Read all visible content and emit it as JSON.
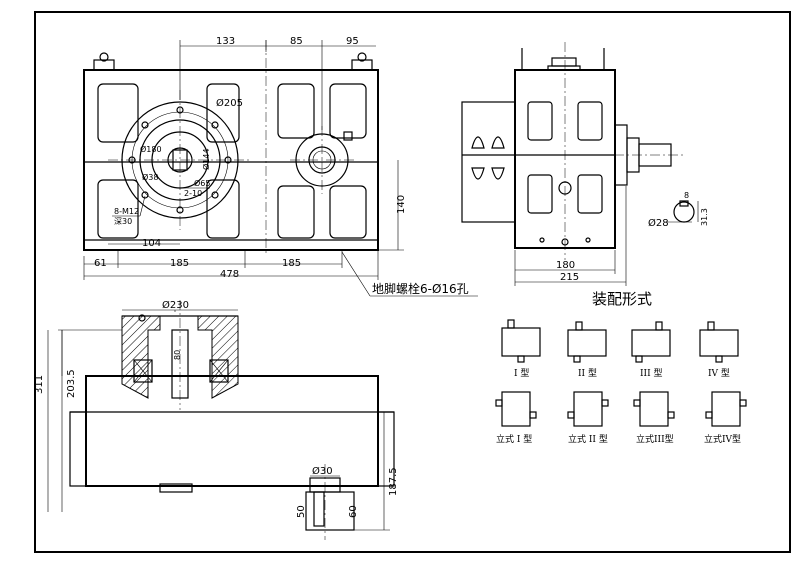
{
  "dims_top": {
    "d133": "133",
    "d85": "85",
    "d95": "95"
  },
  "dims_front": {
    "d205": "Ø205",
    "d180": "Ø180",
    "d144": "Ø144",
    "d38": "Ø38",
    "d65": "Ø65",
    "key": "2-10",
    "bolt": "8-M12",
    "depth": "深30",
    "d104": "104",
    "d61": "61",
    "d185a": "185",
    "d185b": "185",
    "d478": "478",
    "d140": "140"
  },
  "note_anchor": "地脚螺栓6-Ø16孔",
  "dims_side": {
    "d180": "180",
    "d215": "215",
    "d28": "Ø28",
    "d8": "8",
    "d313": "31.3"
  },
  "dims_bottom": {
    "d230": "Ø230",
    "d80": "80",
    "d2035": "203.5",
    "d311": "311",
    "d30": "Ø30",
    "d50": "50",
    "d60": "60",
    "d1875": "187.5"
  },
  "assembly": {
    "title": "装配形式",
    "types": [
      "I 型",
      "II 型",
      "III 型",
      "IV 型"
    ],
    "vertical_types": [
      "立式 I 型",
      "立式 II 型",
      "立式III型",
      "立式IV型"
    ]
  }
}
